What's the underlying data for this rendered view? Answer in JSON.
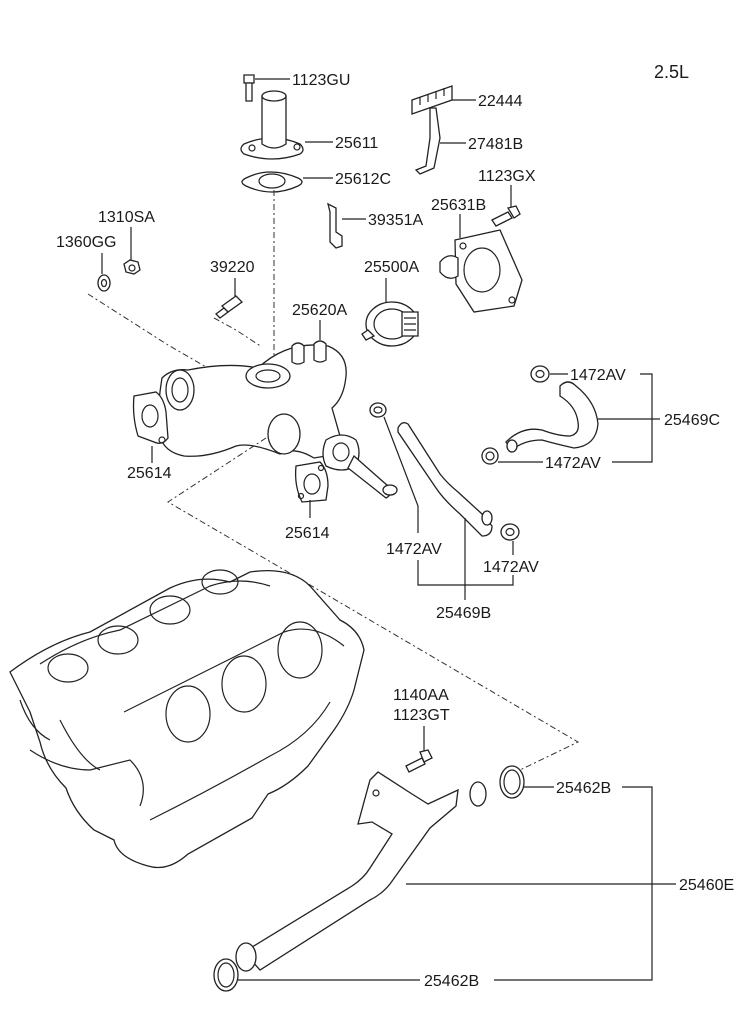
{
  "title": "2.5L",
  "labels": {
    "p1123GU": "1123GU",
    "p25611": "25611",
    "p25612C": "25612C",
    "p22444": "22444",
    "p27481B": "27481B",
    "p1123GX": "1123GX",
    "p25631B": "25631B",
    "p39351A": "39351A",
    "p1310SA": "1310SA",
    "p1360GG": "1360GG",
    "p39220": "39220",
    "p25500A": "25500A",
    "p25620A": "25620A",
    "p25614_left": "25614",
    "p25614_center": "25614",
    "p1472AV_c_top": "1472AV",
    "p1472AV_c_bottom": "1472AV",
    "p25469C": "25469C",
    "p1472AV_b_left": "1472AV",
    "p1472AV_b_right": "1472AV",
    "p25469B": "25469B",
    "p1140AA": "1140AA",
    "p1123GT": "1123GT",
    "p25462B_top": "25462B",
    "p25460E": "25460E",
    "p25462B_bottom": "25462B"
  }
}
